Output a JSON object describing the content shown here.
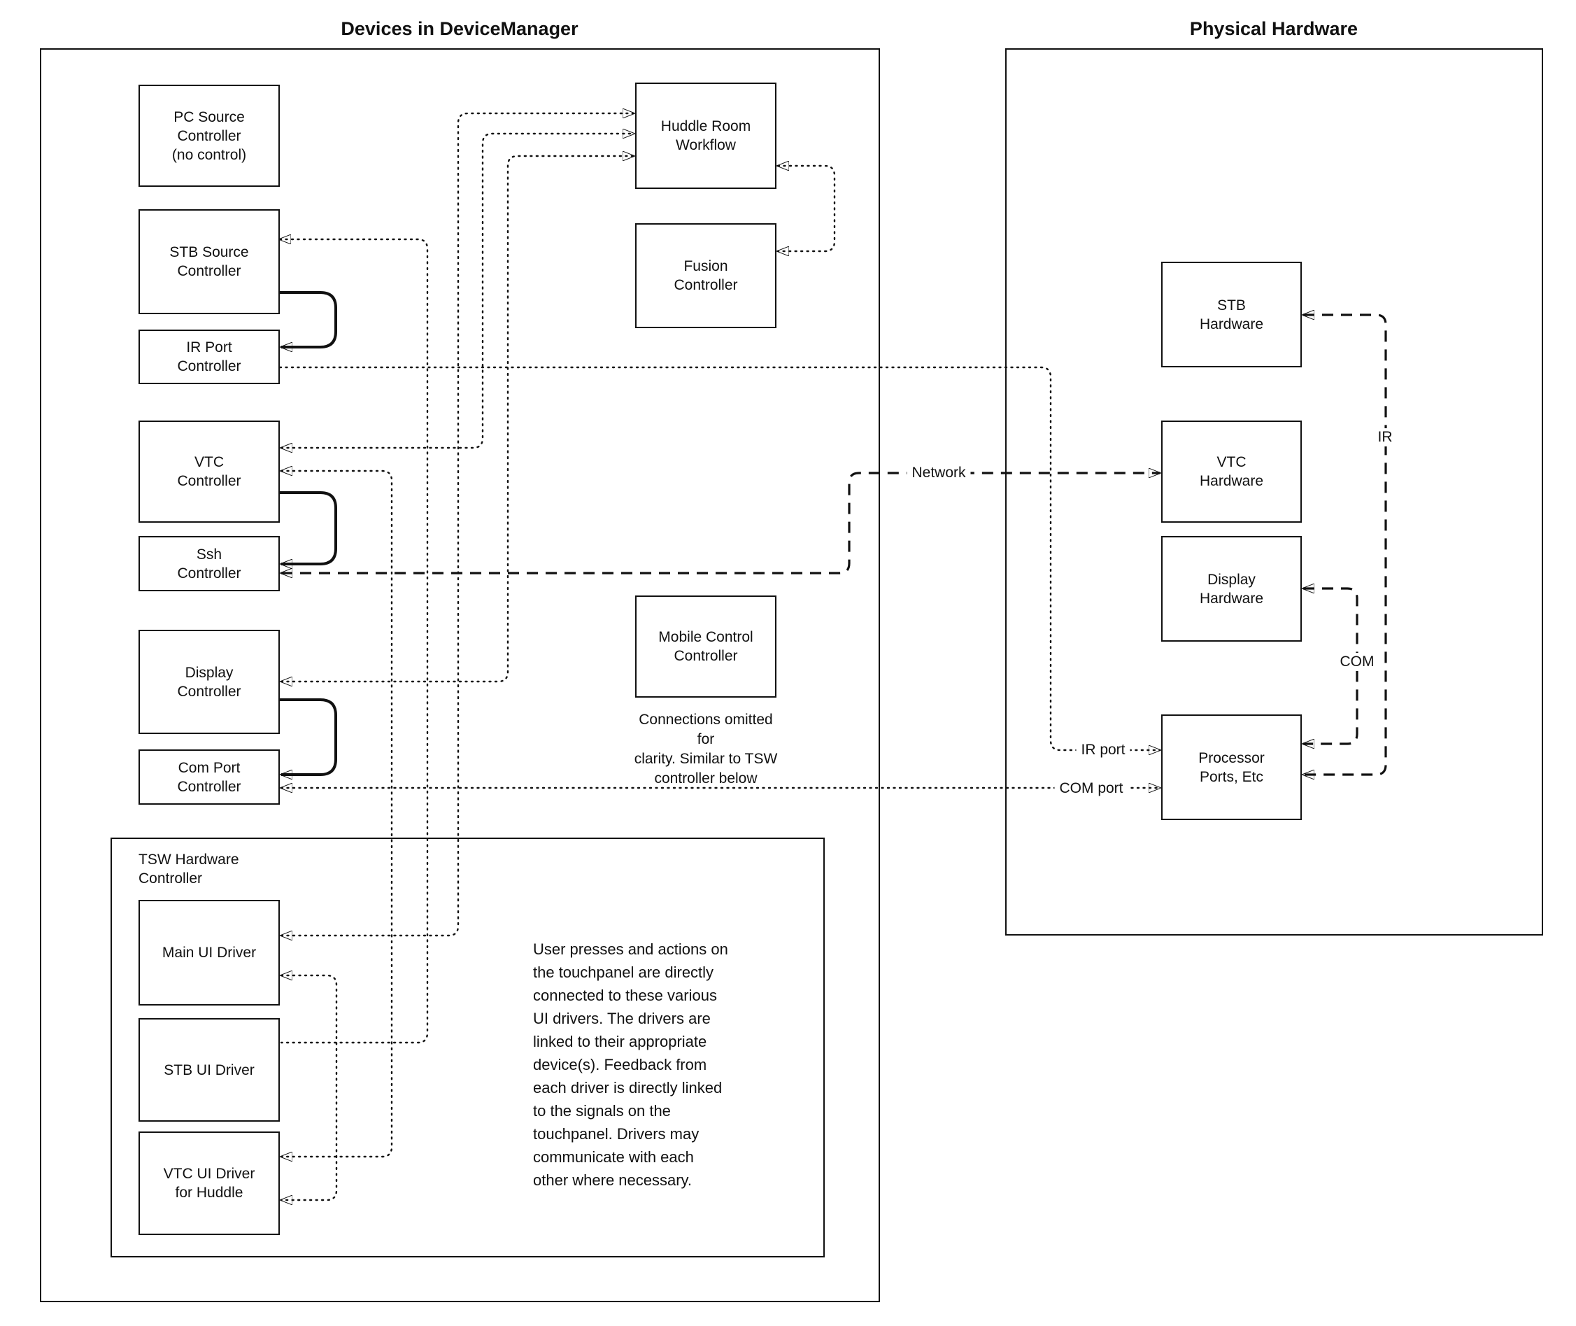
{
  "titles": {
    "device_manager": "Devices in DeviceManager",
    "physical_hardware": "Physical Hardware"
  },
  "device_manager": {
    "pc_source": "PC Source\nController\n(no control)",
    "stb_source": "STB Source\nController",
    "ir_port": "IR Port\nController",
    "vtc": "VTC\nController",
    "ssh": "Ssh\nController",
    "display": "Display\nController",
    "com_port": "Com Port\nController",
    "huddle_workflow": "Huddle Room\nWorkflow",
    "fusion": "Fusion\nController",
    "mobile": "Mobile Control\nController",
    "mobile_note": "Connections omitted for\nclarity. Similar to TSW\ncontroller below"
  },
  "tsw": {
    "label": "TSW Hardware\nController",
    "main_ui": "Main UI Driver",
    "stb_ui": "STB UI Driver",
    "vtc_ui": "VTC UI Driver\nfor Huddle",
    "description": "User presses and actions on\nthe touchpanel are directly\nconnected to these various\nUI drivers.  The drivers are\nlinked to their appropriate\ndevice(s). Feedback from\neach driver is directly linked\nto the signals on the\ntouchpanel. Drivers may\ncommunicate with each\nother where necessary."
  },
  "hardware": {
    "stb": "STB\nHardware",
    "vtc": "VTC\nHardware",
    "display": "Display\nHardware",
    "processor": "Processor\nPorts, Etc"
  },
  "edge_labels": {
    "network": "Network",
    "ir": "IR",
    "com": "COM",
    "ir_port": "IR port",
    "com_port": "COM port"
  },
  "colors": {
    "line": "#111111",
    "background": "#ffffff"
  }
}
